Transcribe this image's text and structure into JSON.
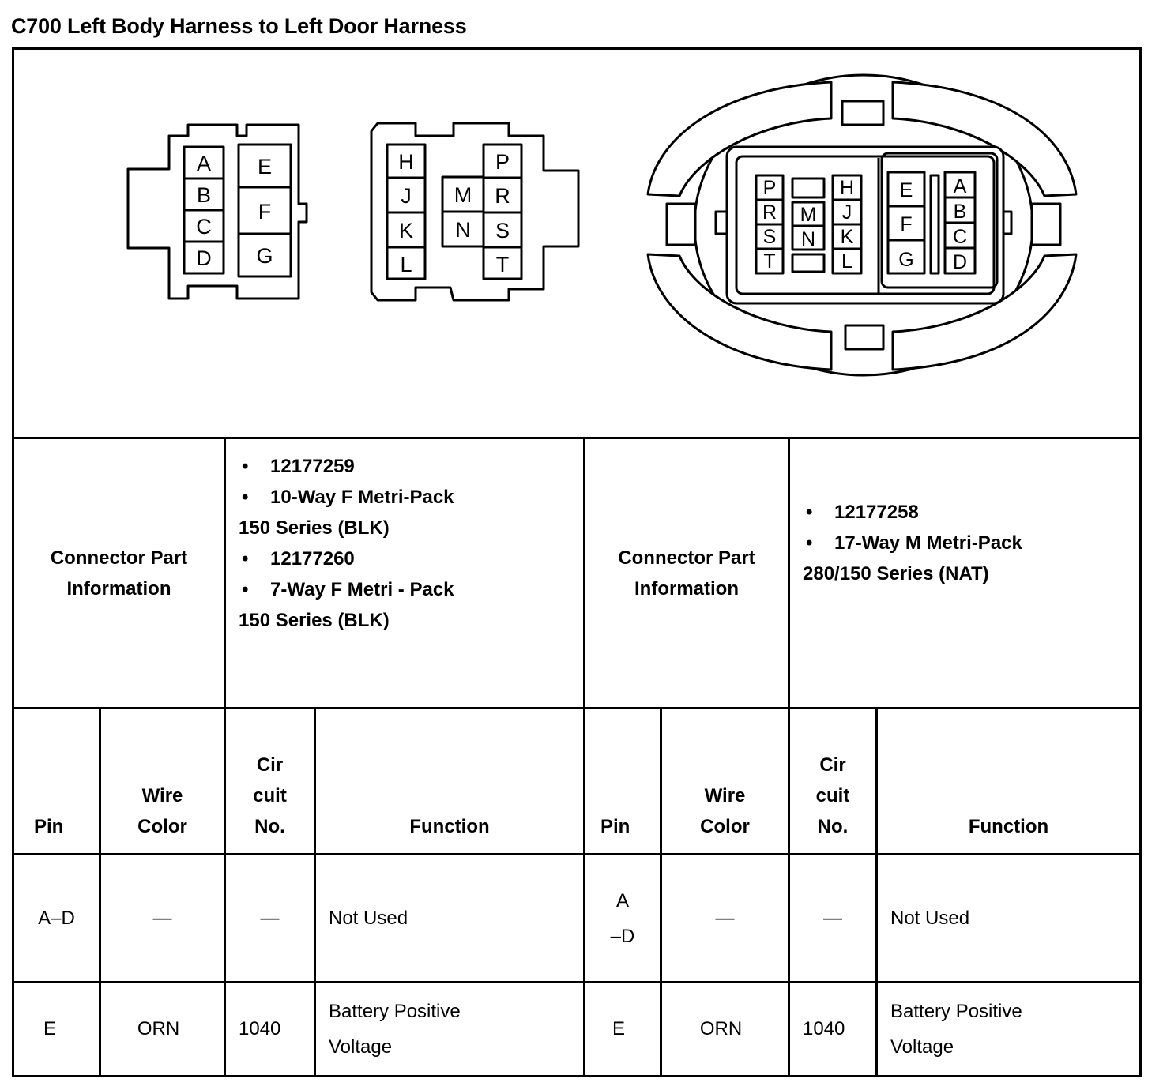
{
  "title": "C700 Left Body Harness to Left Door Harness",
  "connector_10way_pins": {
    "left_col": [
      "A",
      "B",
      "C",
      "D"
    ],
    "right_col": [
      "E",
      "F",
      "G"
    ]
  },
  "connector_7way_pins": {
    "left_col": [
      "H",
      "J",
      "K",
      "L"
    ],
    "mid_col": [
      "M",
      "N"
    ],
    "right_col": [
      "P",
      "R",
      "S",
      "T"
    ]
  },
  "connector_17way_pins": {
    "col1": [
      "P",
      "R",
      "S",
      "T"
    ],
    "col2": [
      "M",
      "N"
    ],
    "col3": [
      "H",
      "J",
      "K",
      "L"
    ],
    "col4": [
      "E",
      "F",
      "G"
    ],
    "col5": [
      "A",
      "B",
      "C",
      "D"
    ]
  },
  "left_info": {
    "label_line1": "Connector Part",
    "label_line2": "Information",
    "items": [
      {
        "bullet": "•",
        "text": "12177259"
      },
      {
        "bullet": "•",
        "text": "10-Way F Metri-Pack"
      },
      {
        "bullet": "",
        "text": "150 Series (BLK)"
      },
      {
        "bullet": "•",
        "text": "12177260"
      },
      {
        "bullet": "•",
        "text": "7-Way F Metri - Pack"
      },
      {
        "bullet": "",
        "text": "150 Series (BLK)"
      }
    ]
  },
  "right_info": {
    "label_line1": "Connector Part",
    "label_line2": "Information",
    "items": [
      {
        "bullet": "•",
        "text": "12177258"
      },
      {
        "bullet": "•",
        "text": "17-Way M Metri-Pack"
      },
      {
        "bullet": "",
        "text": "280/150 Series (NAT)"
      }
    ]
  },
  "headers": {
    "pin": "Pin",
    "wire_1": "Wire",
    "wire_2": "Color",
    "circ_1": "Cir",
    "circ_2": "cuit",
    "circ_3": "No.",
    "function": "Function"
  },
  "left_rows": [
    {
      "pin": "A–D",
      "wire": "—",
      "circuit": "—",
      "function_1": "Not Used",
      "function_2": ""
    },
    {
      "pin": "E",
      "wire": "ORN",
      "circuit": "1040",
      "function_1": "Battery Positive",
      "function_2": "Voltage"
    }
  ],
  "right_rows": [
    {
      "pin_1": "A",
      "pin_2": "–D",
      "wire": "—",
      "circuit": "—",
      "function_1": "Not Used",
      "function_2": ""
    },
    {
      "pin_1": "E",
      "pin_2": "",
      "wire": "ORN",
      "circuit": "1040",
      "function_1": "Battery Positive",
      "function_2": "Voltage"
    }
  ]
}
